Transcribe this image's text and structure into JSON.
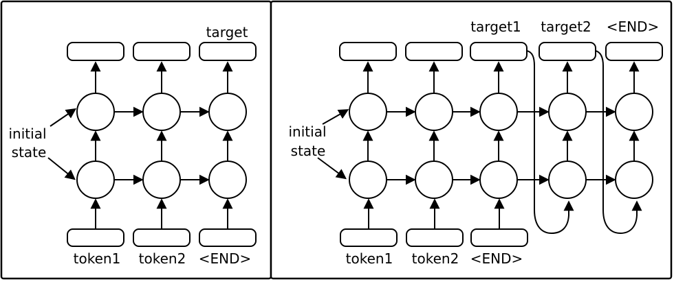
{
  "left": {
    "output_label": "target",
    "initial_state": [
      "initial",
      "state"
    ],
    "inputs": [
      "token1",
      "token2",
      "<END>"
    ]
  },
  "right": {
    "outputs": [
      "target1",
      "target2",
      "<END>"
    ],
    "initial_state": [
      "initial",
      "state"
    ],
    "inputs": [
      "token1",
      "token2",
      "<END>"
    ]
  },
  "colors": {
    "stroke": "#000000",
    "background": "#ffffff"
  }
}
